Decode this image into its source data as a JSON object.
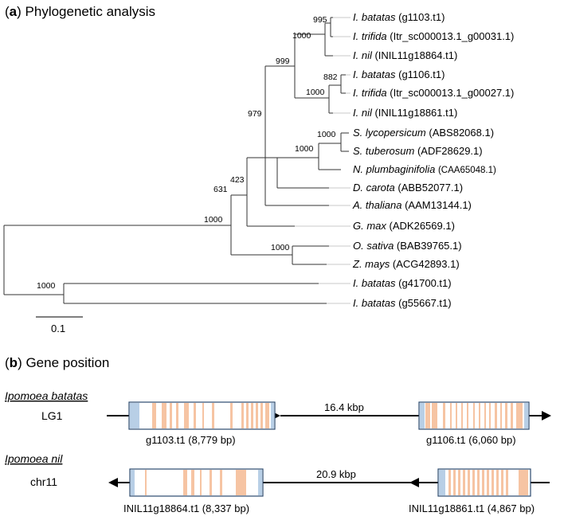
{
  "panel_a": {
    "letter": "a",
    "title": "Phylogenetic analysis",
    "scale_bar_label": "0.1",
    "taxa": [
      {
        "genus": "I. batatas",
        "accession": "(g1103.t1)"
      },
      {
        "genus": "I. trifida",
        "accession": "(Itr_sc000013.1_g00031.1)"
      },
      {
        "genus": "I. nil",
        "accession": "(INIL11g18864.t1)"
      },
      {
        "genus": "I. batatas",
        "accession": "(g1106.t1)"
      },
      {
        "genus": "I. trifida",
        "accession": "(Itr_sc000013.1_g00027.1)"
      },
      {
        "genus": "I. nil",
        "accession": "(INIL11g18861.t1)"
      },
      {
        "genus": "S. lycopersicum",
        "accession": "(ABS82068.1)"
      },
      {
        "genus": "S. tuberosum",
        "accession": "(ADF28629.1)"
      },
      {
        "genus": "N. plumbaginifolia",
        "accession": "(CAA65048.1)"
      },
      {
        "genus": "D. carota",
        "accession": "(ABB52077.1)"
      },
      {
        "genus": "A. thaliana",
        "accession": "(AAM13144.1)"
      },
      {
        "genus": "G. max",
        "accession": "(ADK26569.1)"
      },
      {
        "genus": "O. sativa",
        "accession": "(BAB39765.1)"
      },
      {
        "genus": "Z. mays",
        "accession": "(ACG42893.1)"
      },
      {
        "genus": "I. batatas",
        "accession": "(g41700.t1)"
      },
      {
        "genus": "I. batatas",
        "accession": "(g55667.t1)"
      }
    ],
    "bootstrap": {
      "n995": "995",
      "n1000a": "1000",
      "n882": "882",
      "n1000b": "1000",
      "n999": "999",
      "n1000c": "1000",
      "n1000d": "1000",
      "n979": "979",
      "n423": "423",
      "n631": "631",
      "n1000e": "1000",
      "n1000f": "1000",
      "n1000root": "1000"
    }
  },
  "panel_b": {
    "letter": "b",
    "title": "Gene position",
    "species1": {
      "name": "Ipomoea batatas",
      "chrom": "LG1",
      "distance": "16.4 kbp",
      "gene1": {
        "id": "g1103.t1",
        "size": "(8,779 bp)"
      },
      "gene2": {
        "id": "g1106.t1",
        "size": "(6,060 bp)"
      }
    },
    "species2": {
      "name": "Ipomoea nil",
      "chrom": "chr11",
      "distance": "20.9 kbp",
      "gene1": {
        "id": "INIL11g18864.t1",
        "size": "(8,337 bp)"
      },
      "gene2": {
        "id": "INIL11g18861.t1",
        "size": "(4,867 bp)"
      }
    },
    "colors": {
      "exon": "#f6c4a3",
      "utr": "#b8cfe6",
      "box_border": "#2b4a6f"
    }
  }
}
